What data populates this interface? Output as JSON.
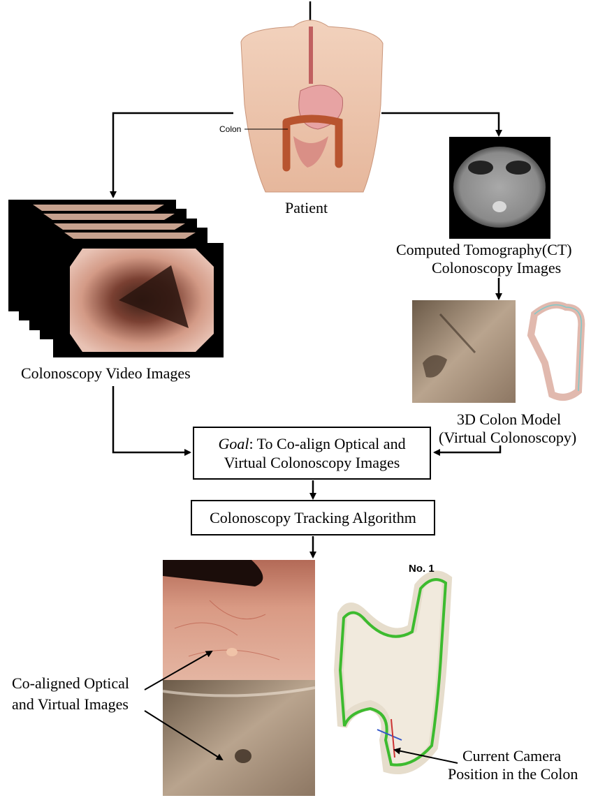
{
  "labels": {
    "colon": "Colon",
    "patient": "Patient",
    "ct_line1": "Computed Tomography(CT)",
    "ct_line2": "Colonoscopy Images",
    "video": "Colonoscopy Video Images",
    "model_line1": "3D Colon Model",
    "model_line2": "(Virtual Colonoscopy)",
    "goal_prefix": "Goal",
    "goal_rest": ": To Co-align Optical and",
    "goal_line2": "Virtual Colonoscopy Images",
    "tracking": "Colonoscopy Tracking Algorithm",
    "coaligned_line1": "Co-aligned Optical",
    "coaligned_line2": "and Virtual Images",
    "camera_line1": "Current Camera",
    "camera_line2": "Position in the Colon",
    "path_no": "No. 1"
  },
  "colors": {
    "ink": "#000000",
    "tissue_pink": "#c98a76",
    "virtual_tan": "#a08a72",
    "colon_path": "#3dbb2f",
    "ct_gray": "#8c8c8c"
  }
}
